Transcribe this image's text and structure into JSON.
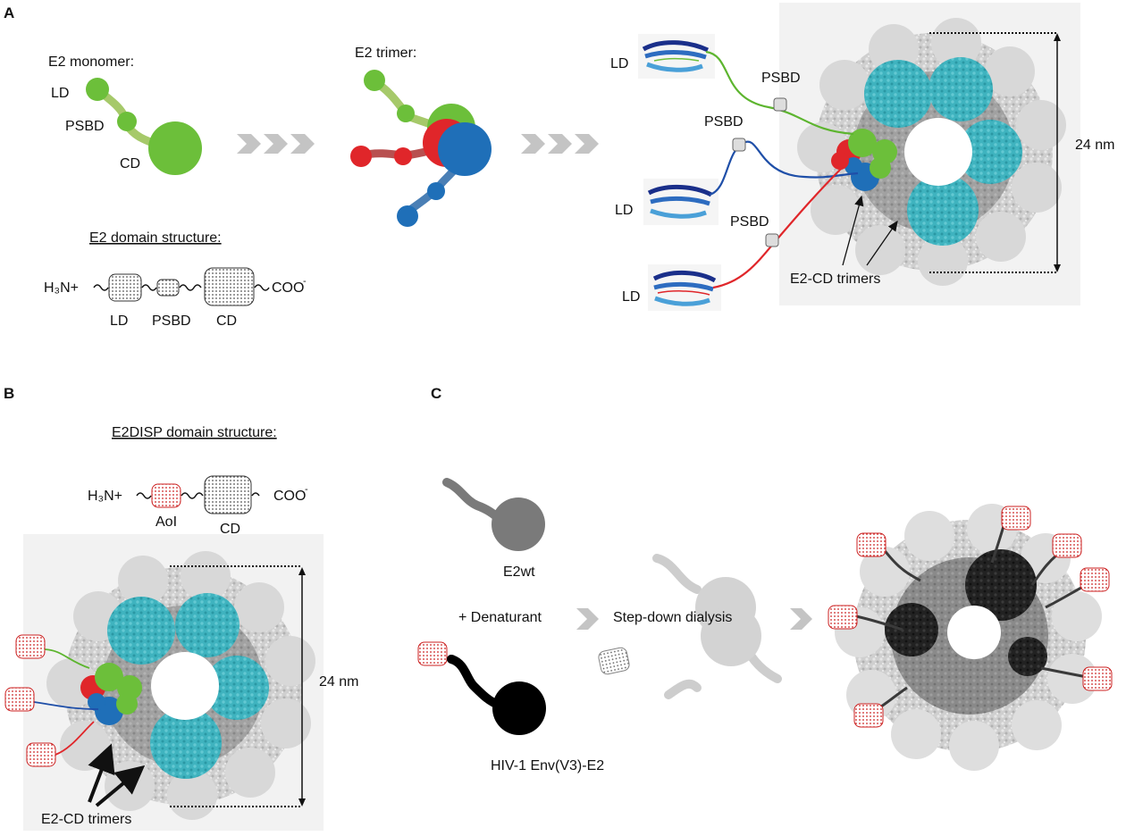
{
  "panels": {
    "a": {
      "letter": "A",
      "monomer_title": "E2 monomer:",
      "monomer_ld": "LD",
      "monomer_psbd": "PSBD",
      "monomer_cd": "CD",
      "trimer_title": "E2 trimer:",
      "domain_title": "E2 domain structure:",
      "domain_n": "H₃N+",
      "domain_c": "COO",
      "domain_c_sup": "-",
      "domain_ld": "LD",
      "domain_psbd": "PSBD",
      "domain_cd": "CD",
      "ld_1": "LD",
      "ld_2": "LD",
      "ld_3": "LD",
      "psbd_1": "PSBD",
      "psbd_2": "PSBD",
      "psbd_3": "PSBD",
      "size": "24 nm",
      "trimers": "E2-CD trimers"
    },
    "b": {
      "letter": "B",
      "domain_title": "E2DISP domain structure:",
      "domain_n": "H₃N+",
      "domain_c": "COO",
      "domain_c_sup": "-",
      "domain_aoi": "AoI",
      "domain_cd": "CD",
      "size": "24 nm",
      "trimers": "E2-CD trimers"
    },
    "c": {
      "letter": "C",
      "wt": "E2wt",
      "denaturant": "+ Denaturant",
      "dialysis": "Step-down dialysis",
      "fusion": "HIV-1 Env(V3)-E2"
    }
  },
  "colors": {
    "green": "#6cbf3a",
    "light_green": "#a6c96a",
    "red": "#e0262a",
    "blue": "#1f6fb8",
    "cyan": "#45b7c3",
    "grey_shell": "#c8c8c8",
    "arrow_grey": "#c4c4c4"
  }
}
